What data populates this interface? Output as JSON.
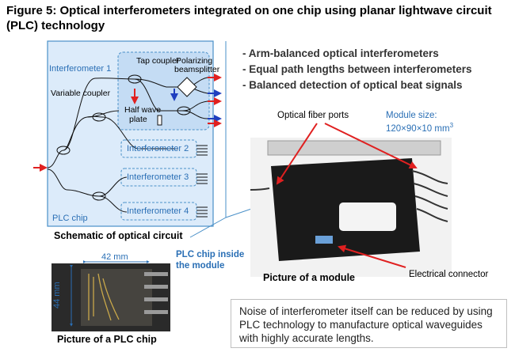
{
  "figure": {
    "title": "Figure 5: Optical interferometers integrated on one chip using planar lightwave circuit (PLC) technology"
  },
  "bullets": [
    "- Arm-balanced optical interferometers",
    "- Equal path lengths between interferometers",
    "- Balanced detection of optical beat signals"
  ],
  "schematic": {
    "interferometer_1": "Interferometer 1",
    "tap_coupler": "Tap coupler",
    "polarizing_line1": "Polarizing",
    "polarizing_line2": "beamsplitter",
    "variable_coupler": "Variable coupler",
    "half_line1": "Half wave",
    "half_line2": "plate",
    "interferometer_2": "Interferometer 2",
    "interferometer_3": "Interferometer 3",
    "interferometer_4": "Interferometer 4",
    "plc_chip": "PLC chip",
    "caption": "Schematic of optical circuit"
  },
  "module": {
    "optical_fiber_ports": "Optical fiber ports",
    "size_label": "Module size:",
    "size_value": "120×90×10 mm",
    "size_exp": "3",
    "caption": "Picture of a module",
    "electrical_connector": "Electrical connector"
  },
  "plc_photo": {
    "width_label": "42 mm",
    "height_label": "44 mm",
    "inside_line1": "PLC chip inside",
    "inside_line2": "the module",
    "caption": "Picture of a PLC chip"
  },
  "note": "Noise of interferometer itself can be reduced by using PLC technology to manufacture optical waveguides with highly accurate lengths.",
  "colors": {
    "chip_fill": "#dcebfa",
    "chip_border": "#4a90c8",
    "label_blue": "#2a6fb5",
    "arrow_red": "#e02020",
    "arrow_blue": "#1f3fbf"
  }
}
